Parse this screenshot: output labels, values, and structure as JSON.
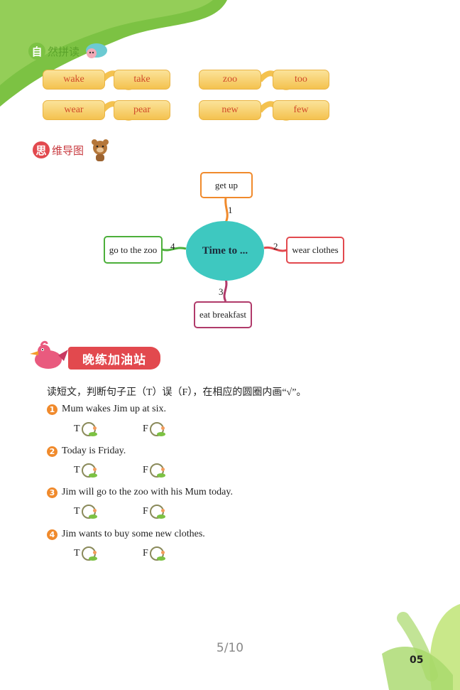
{
  "phonics": {
    "badge": "自",
    "label": "然拼读",
    "pairs": [
      [
        "wake",
        "take"
      ],
      [
        "zoo",
        "too"
      ],
      [
        "wear",
        "pear"
      ],
      [
        "new",
        "few"
      ]
    ]
  },
  "mindmap": {
    "badge": "思",
    "label": "维导图",
    "center": "Time to ...",
    "branches": [
      {
        "num": "1",
        "text": "get up"
      },
      {
        "num": "2",
        "text": "wear clothes"
      },
      {
        "num": "3",
        "text": "eat breakfast"
      },
      {
        "num": "4",
        "text": "go to the zoo"
      }
    ]
  },
  "exercise": {
    "banner": "晚练加油站",
    "instruction": "读短文，判断句子正（T）误（F），在相应的圆圈内画“√”。",
    "true_label": "T",
    "false_label": "F",
    "questions": [
      {
        "num": "1",
        "text": "Mum wakes Jim up at six."
      },
      {
        "num": "2",
        "text": "Today is Friday."
      },
      {
        "num": "3",
        "text": "Jim will go to the zoo with his Mum today."
      },
      {
        "num": "4",
        "text": "Jim wants to buy some new clothes."
      }
    ]
  },
  "footer": {
    "page_indicator": "5/10",
    "page_number": "05"
  },
  "colors": {
    "green": "#7cc243",
    "orange": "#f08a2c",
    "teal": "#3ec8c0",
    "red": "#e2494e"
  }
}
